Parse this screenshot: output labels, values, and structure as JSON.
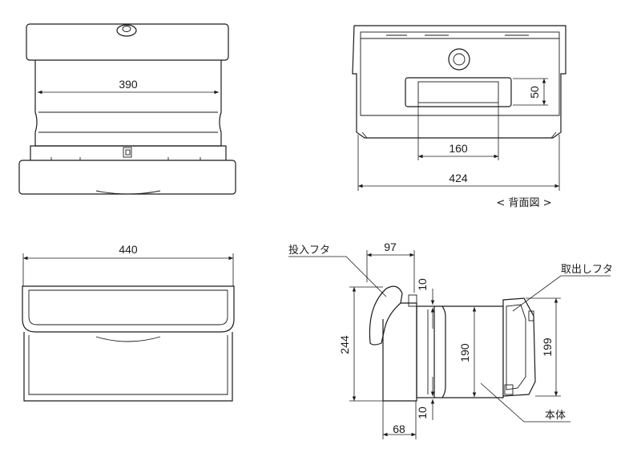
{
  "figures": {
    "front_top": {
      "width_label": "390"
    },
    "back": {
      "slot_height_label": "50",
      "slot_width_label": "160",
      "total_width_label": "424",
      "caption": "< 背面図 >"
    },
    "bottom_front": {
      "width_label": "440"
    },
    "side": {
      "depth_label": "97",
      "gap_top_label": "10",
      "gap_bottom_label": "10",
      "height_label": "244",
      "body_height_label": "190",
      "rear_height_label": "199",
      "base_label": "68",
      "callouts": {
        "insert_lid": "投入フタ",
        "take_out_lid": "取出しフタ",
        "body": "本体"
      }
    }
  }
}
